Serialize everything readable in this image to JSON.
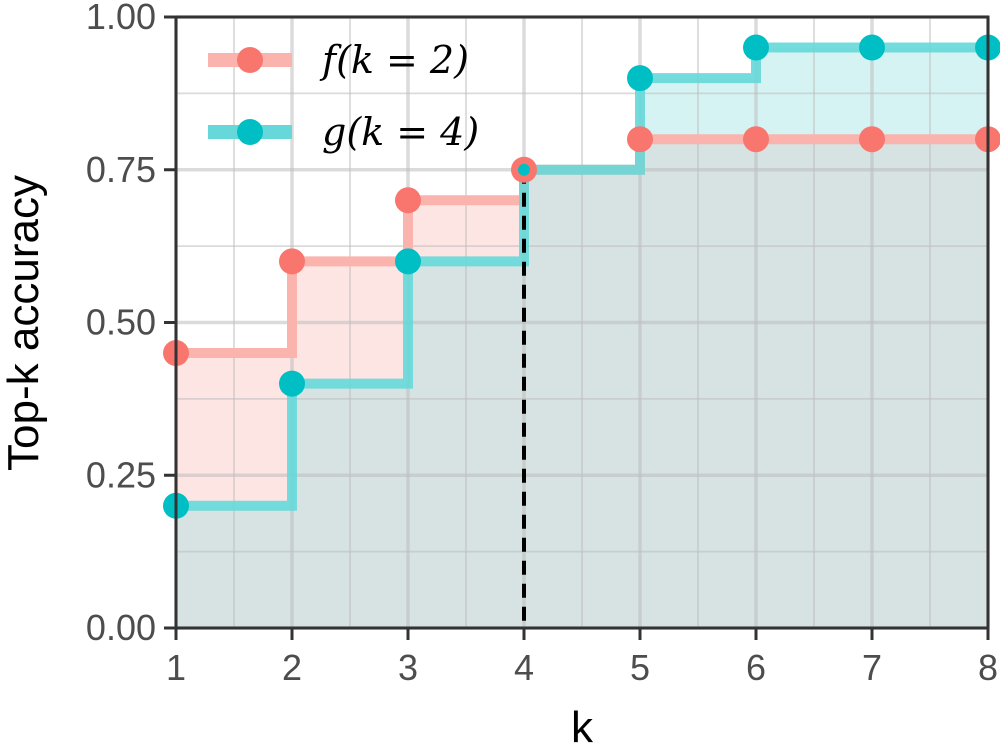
{
  "chart_data": {
    "type": "line",
    "subtype": "step",
    "xlabel": "k",
    "ylabel": "Top-k accuracy",
    "x": [
      1,
      2,
      3,
      4,
      5,
      6,
      7,
      8
    ],
    "xlim": [
      1,
      8
    ],
    "ylim": [
      0,
      1
    ],
    "xticks": [
      "1",
      "2",
      "3",
      "4",
      "5",
      "6",
      "7",
      "8"
    ],
    "yticks": [
      "0.00",
      "0.25",
      "0.50",
      "0.75",
      "1.00"
    ],
    "grid": true,
    "legend_position": "top-left",
    "series": [
      {
        "name": "f(k = 2)",
        "values": [
          0.45,
          0.6,
          0.7,
          0.75,
          0.8,
          0.8,
          0.8,
          0.8
        ],
        "color": "#f8766d",
        "line_color": "#fab3ad",
        "fill_color": "#fde5e3"
      },
      {
        "name": "g(k = 4)",
        "values": [
          0.2,
          0.4,
          0.6,
          0.75,
          0.9,
          0.95,
          0.95,
          0.95
        ],
        "color": "#00bfc4",
        "line_color": "#66d8d9",
        "fill_color": "#d6f3f3"
      }
    ],
    "overlap_fill_color": "#d6e3e2",
    "vline": {
      "x": 4,
      "style": "dashed",
      "color": "#000000"
    }
  }
}
